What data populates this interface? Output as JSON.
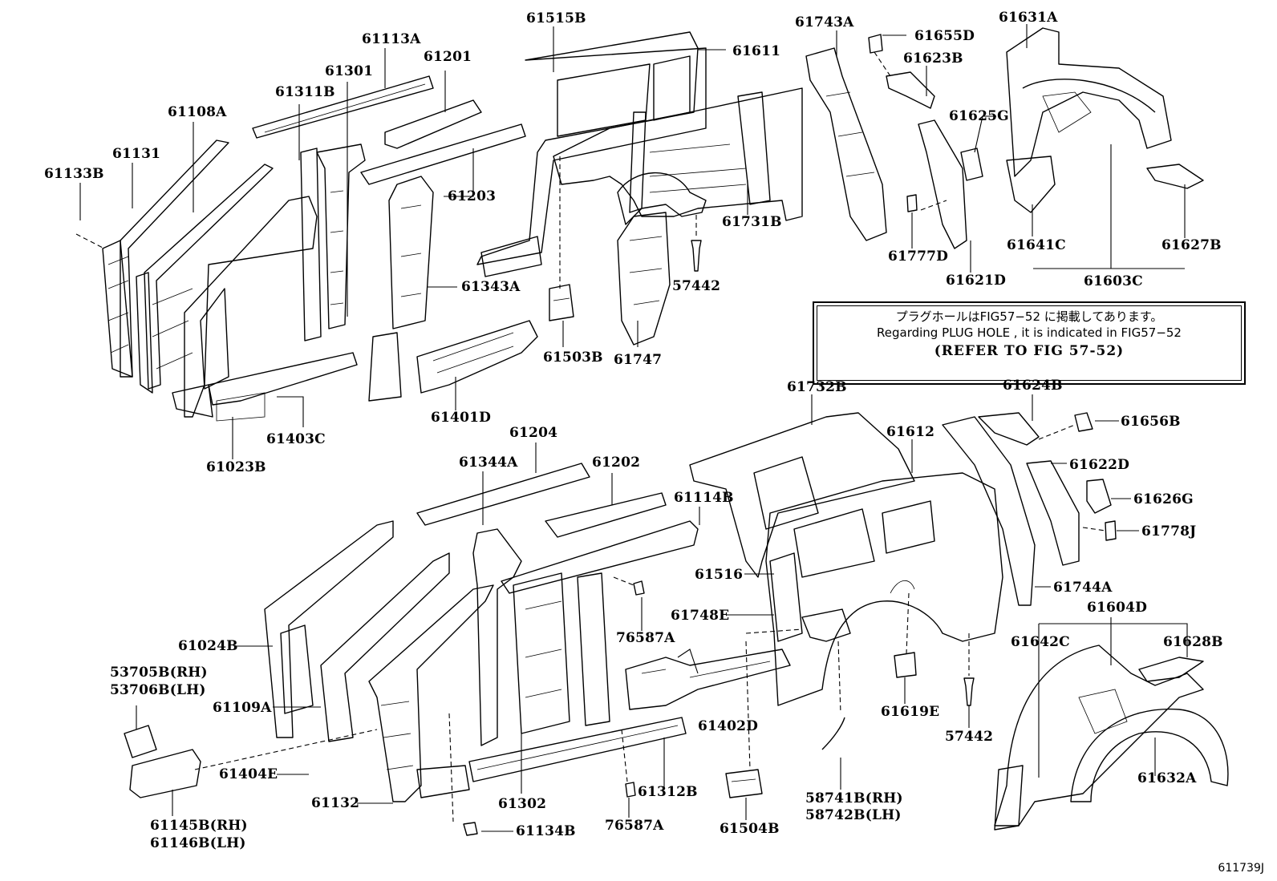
{
  "parts": {
    "p61113A": "61113A",
    "p61201": "61201",
    "p61301": "61301",
    "p61311B": "61311B",
    "p61108A": "61108A",
    "p61131": "61131",
    "p61133B": "61133B",
    "p61203": "61203",
    "p61343A": "61343A",
    "p61401D": "61401D",
    "p61403C": "61403C",
    "p61023B": "61023B",
    "p61515B": "61515B",
    "p61611": "61611",
    "p61731B": "61731B",
    "p57442a": "57442",
    "p61747": "61747",
    "p61503B": "61503B",
    "p61743A": "61743A",
    "p61655D": "61655D",
    "p61623B": "61623B",
    "p61625G": "61625G",
    "p61777D": "61777D",
    "p61621D": "61621D",
    "p61631A": "61631A",
    "p61641C": "61641C",
    "p61627B": "61627B",
    "p61603C": "61603C",
    "p61732B": "61732B",
    "p61612": "61612",
    "p61624B": "61624B",
    "p61656B": "61656B",
    "p61622D": "61622D",
    "p61626G": "61626G",
    "p61778J": "61778J",
    "p61744A": "61744A",
    "p61604D": "61604D",
    "p61642C": "61642C",
    "p61628B": "61628B",
    "p61632A": "61632A",
    "p61204": "61204",
    "p61344A": "61344A",
    "p61202": "61202",
    "p61114B": "61114B",
    "p61516": "61516",
    "p61748E": "61748E",
    "p76587Aa": "76587A",
    "p61402D": "61402D",
    "p61619E": "61619E",
    "p57442b": "57442",
    "p58741B": "58741B(RH)",
    "p58742B": "58742B(LH)",
    "p61504B": "61504B",
    "p61312B": "61312B",
    "p76587Ab": "76587A",
    "p61302": "61302",
    "p61134B": "61134B",
    "p61132": "61132",
    "p61024B": "61024B",
    "p53705B": "53705B(RH)",
    "p53706B": "53706B(LH)",
    "p61109A": "61109A",
    "p61404E": "61404E",
    "p61145B": "61145B(RH)",
    "p61146B": "61146B(LH)"
  },
  "note": {
    "line1": "プラグホールはFIG57−52 に掲載してあります。",
    "line2": "Regarding PLUG HOLE , it is indicated in FIG57−52",
    "line3": "(REFER TO FIG 57-52)"
  },
  "figure_id": "611739J"
}
